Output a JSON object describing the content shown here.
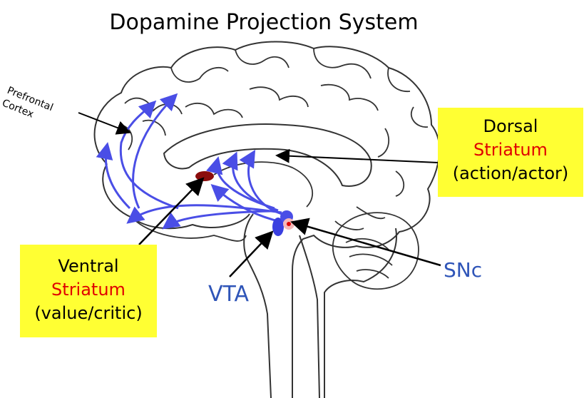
{
  "title": "Dopamine Projection System",
  "labels": {
    "prefrontal": [
      "Prefrontal",
      "Cortex"
    ],
    "vta": "VTA",
    "snc": "SNc"
  },
  "dorsal_box": {
    "line1": "Dorsal",
    "line2": "Striatum",
    "line3": "(action/actor)"
  },
  "ventral_box": {
    "line1": "Ventral",
    "line2": "Striatum",
    "line3": "(value/critic)"
  },
  "colors": {
    "pathway": "#4a4ee6",
    "highlight_box": "#ffff33",
    "striatum_text": "#e00000",
    "nucleus_label": "#2f55b8",
    "ventral_striatum": "#8b0d0d",
    "snc_core": "#f08080"
  }
}
